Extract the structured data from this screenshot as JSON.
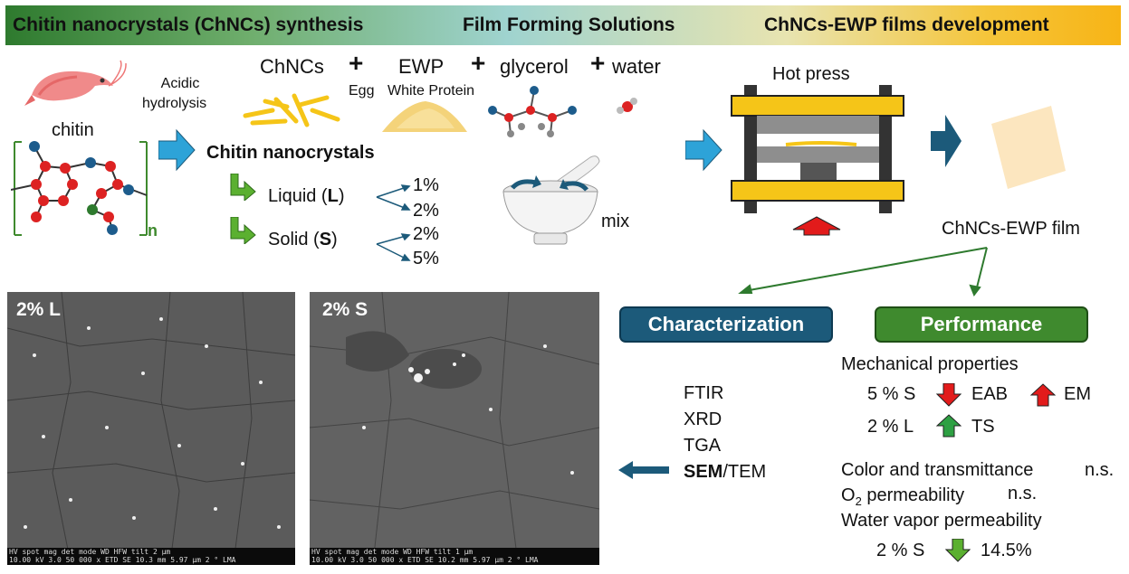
{
  "header": {
    "left": "Chitin nanocrystals (ChNCs) synthesis",
    "mid": "Film Forming Solutions",
    "right": "ChNCs-EWP films development"
  },
  "synthesis": {
    "chitin": "chitin",
    "acidic": "Acidic",
    "hydrolysis": "hydrolysis",
    "subscript_n": "n",
    "chnc_title": "Chitin nanocrystals",
    "liquid_pre": "Liquid (",
    "liquid_letter": "L",
    "liquid_post": ")",
    "solid_pre": "Solid (",
    "solid_letter": "S",
    "solid_post": ")",
    "liquid_opts": [
      "1%",
      "2%"
    ],
    "solid_opts": [
      "2%",
      "5%"
    ]
  },
  "formula": {
    "chncs": "ChNCs",
    "ewp": "EWP",
    "glycerol": "glycerol",
    "water": "water",
    "plus": "+",
    "egg": "Egg",
    "white_protein": "White Protein",
    "mix": "mix"
  },
  "press": {
    "hot_press": "Hot press",
    "film": "ChNCs-EWP film"
  },
  "sem": [
    {
      "label": "2% L",
      "bar": "HV   spot   mag   det mode   WD   HFW   tilt        2 µm",
      "bar2": "10.00 kV 3.0 50 000 x ETD  SE  10.3 mm 5.97 µm 2 °          LMA"
    },
    {
      "label": "2% S",
      "bar": "HV   spot   mag   det mode   WD   HFW   tilt        1 µm",
      "bar2": "10.00 kV 3.0 50 000 x ETD  SE  10.2 mm 5.97 µm 2 °          LMA"
    }
  ],
  "characterization": {
    "title": "Characterization",
    "items": [
      "FTIR",
      "XRD",
      "TGA"
    ],
    "sem_bold": "SEM",
    "sem_rest": "/TEM"
  },
  "performance": {
    "title": "Performance",
    "mech": "Mechanical properties",
    "row1_lead": "5 % S",
    "row1_a": "EAB",
    "row1_b": "EM",
    "row2_lead": "2 % L",
    "row2_a": "TS",
    "color": "Color and transmittance",
    "ns1": "n.s.",
    "o2_pre": "O",
    "o2_sub": "2",
    "o2_post": " permeability",
    "ns2": "n.s.",
    "wvp": "Water vapor permeability",
    "row3_lead": "2 % S",
    "row3_val": "14.5%"
  },
  "colors": {
    "blue_arrow": "#2da3d8",
    "dark_teal": "#1c5a7a",
    "green": "#3f8a2e",
    "red_arrow": "#e21b1b",
    "green_arrow": "#2ea043",
    "press_yellow": "#f5c518"
  }
}
